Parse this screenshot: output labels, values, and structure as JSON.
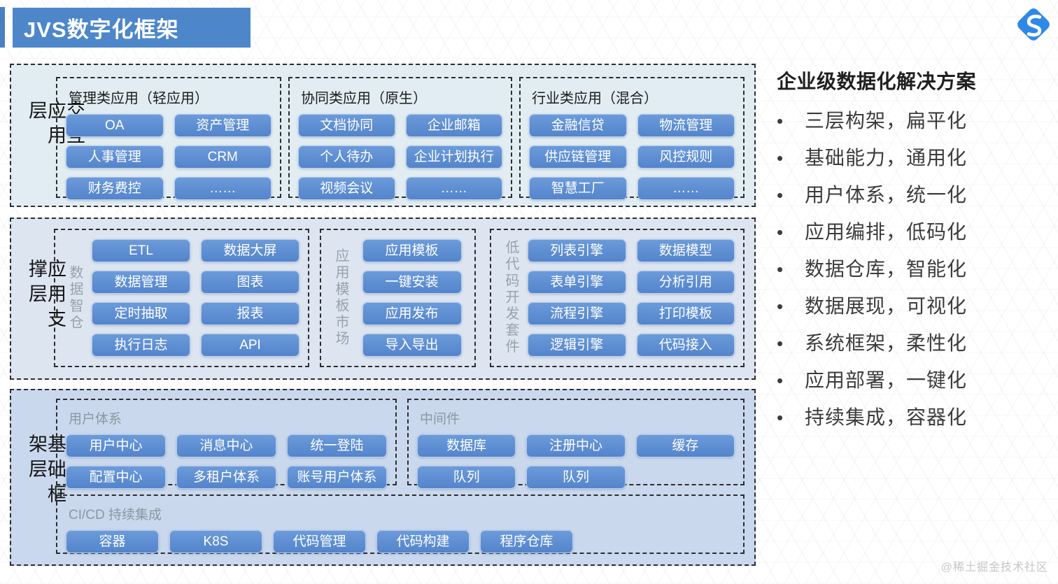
{
  "title": "JVS数字化框架",
  "colors": {
    "accent_blue": "#4d87c9",
    "button_blue": "#5b8cd2",
    "layer1_bg": "#e1edf2",
    "layer2_bg": "#dde5f1",
    "layer3_bg": "#c9d8ed",
    "logo_blue": "#2f88e8"
  },
  "layers": [
    {
      "name": "交互应用层",
      "groups": [
        {
          "title": "管理类应用（轻应用）",
          "buttons": [
            "OA",
            "资产管理",
            "人事管理",
            "CRM",
            "财务费控",
            "……"
          ]
        },
        {
          "title": "协同类应用（原生）",
          "buttons": [
            "文档协同",
            "企业邮箱",
            "个人待办",
            "企业计划执行",
            "视频会议",
            "……"
          ]
        },
        {
          "title": "行业类应用（混合）",
          "buttons": [
            "金融信贷",
            "物流管理",
            "供应链管理",
            "风控规则",
            "智慧工厂",
            "……"
          ]
        }
      ]
    },
    {
      "name": "应用支撑层",
      "groups": [
        {
          "side_label": "数据智仓",
          "buttons": [
            "ETL",
            "数据大屏",
            "数据管理",
            "图表",
            "定时抽取",
            "报表",
            "执行日志",
            "API"
          ]
        },
        {
          "side_label": "应用模板市场",
          "buttons": [
            "应用模板",
            "一键安装",
            "应用发布",
            "导入导出"
          ]
        },
        {
          "side_label": "低代码开发套件",
          "buttons": [
            "列表引擎",
            "数据模型",
            "表单引擎",
            "分析引用",
            "流程引擎",
            "打印模板",
            "逻辑引擎",
            "代码接入"
          ]
        }
      ]
    },
    {
      "name": "基础框架层",
      "groups": [
        {
          "title": "用户体系",
          "buttons": [
            "用户中心",
            "消息中心",
            "统一登陆",
            "配置中心",
            "多租户体系",
            "账号用户体系"
          ]
        },
        {
          "title": "中间件",
          "buttons": [
            "数据库",
            "注册中心",
            "缓存",
            "队列",
            "队列"
          ]
        },
        {
          "title": "CI/CD 持续集成",
          "buttons": [
            "容器",
            "K8S",
            "代码管理",
            "代码构建",
            "程序仓库"
          ]
        }
      ]
    }
  ],
  "right_panel": {
    "heading": "企业级数据化解决方案",
    "bullets": [
      "三层构架，扁平化",
      "基础能力，通用化",
      "用户体系，统一化",
      "应用编排，低码化",
      "数据仓库，智能化",
      "数据展现，可视化",
      "系统框架，柔性化",
      "应用部署，一键化",
      "持续集成，容器化"
    ]
  },
  "watermark": "@稀土掘金技术社区"
}
